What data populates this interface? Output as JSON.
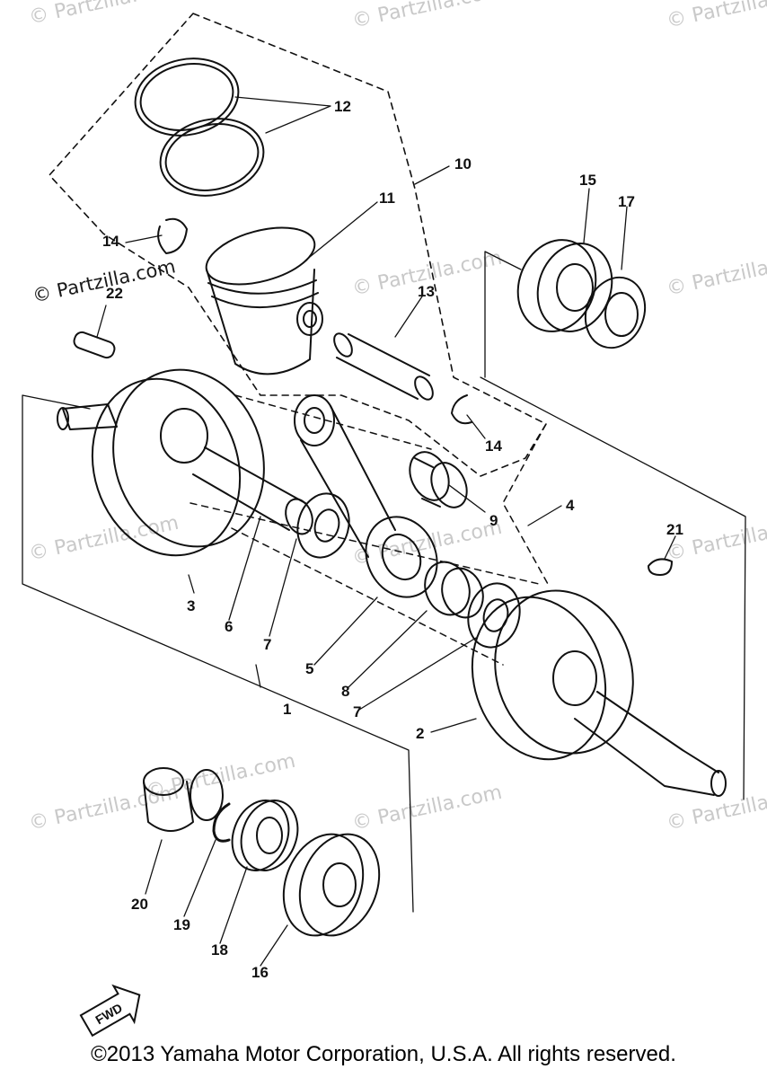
{
  "watermarks": {
    "faint": [
      "© Partzilla.com",
      "© Partzilla.com",
      "© Partzilla.com",
      "© Partzilla.com",
      "© Partzilla.com",
      "© Partzilla.com",
      "© Partzilla.com",
      "© Partzilla.com",
      "© Partzilla.com",
      "© Partzilla.com",
      "© Partzilla.com",
      "© Partzilla.com"
    ],
    "dark": "© Partzilla.com"
  },
  "callouts": {
    "c1": "1",
    "c2": "2",
    "c3": "3",
    "c4": "4",
    "c5": "5",
    "c6": "6",
    "c7a": "7",
    "c7b": "7",
    "c8": "8",
    "c9": "9",
    "c10": "10",
    "c11": "11",
    "c12": "12",
    "c13": "13",
    "c14a": "14",
    "c14b": "14",
    "c15": "15",
    "c16": "16",
    "c17": "17",
    "c18": "18",
    "c19": "19",
    "c20": "20",
    "c21": "21",
    "c22": "22"
  },
  "fwd_label": "FWD",
  "footer": "©2013 Yamaha Motor Corporation, U.S.A. All rights reserved.",
  "colors": {
    "line": "#111111",
    "watermark": "#c9c9c9",
    "background": "#ffffff"
  }
}
